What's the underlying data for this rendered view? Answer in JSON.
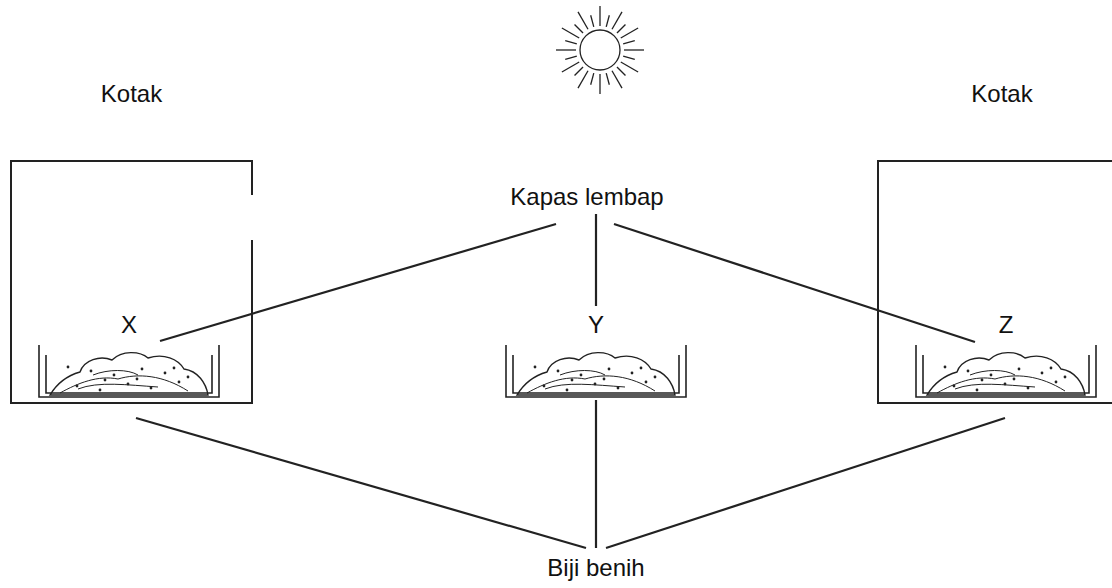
{
  "diagram": {
    "nodes": [
      {
        "text": [
          "Kotak"
        ]
      },
      {
        "text": [
          "X"
        ],
        "in": 0
      },
      {
        "text": [
          "Y"
        ]
      },
      {
        "text": [
          "Kotak"
        ]
      },
      {
        "text": [
          "Z"
        ],
        "in": 3
      }
    ],
    "labels": [
      "Kapas lembap",
      "Biji benih"
    ]
  }
}
